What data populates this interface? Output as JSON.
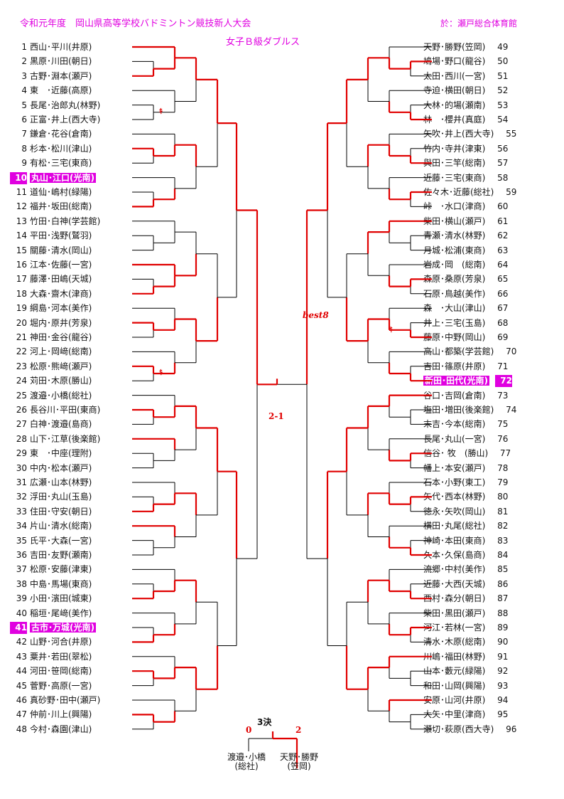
{
  "header": {
    "title": "令和元年度　岡山県高等学校バドミントン競技新人大会",
    "venue": "於：瀬戸総合体育館",
    "subtitle": "女子Ｂ級ダブルス"
  },
  "left_entries": [
    {
      "num": "1",
      "name": "西山･平川(井原)"
    },
    {
      "num": "2",
      "name": "黒原･川田(朝日)"
    },
    {
      "num": "3",
      "name": "古野･淵本(瀬戸)"
    },
    {
      "num": "4",
      "name": "東　･近藤(高原)"
    },
    {
      "num": "5",
      "name": "長尾･治郎丸(林野)"
    },
    {
      "num": "6",
      "name": "正富･井上(西大寺)"
    },
    {
      "num": "7",
      "name": "鎌倉･花谷(倉南)"
    },
    {
      "num": "8",
      "name": "杉本･松川(津山)"
    },
    {
      "num": "9",
      "name": "有松･三宅(東商)"
    },
    {
      "num": "10",
      "name": "丸山･江口(光南)",
      "hl": true
    },
    {
      "num": "11",
      "name": "道仙･嶋村(緑陽)"
    },
    {
      "num": "12",
      "name": "福井･坂田(総南)"
    },
    {
      "num": "13",
      "name": "竹田･白神(学芸館)"
    },
    {
      "num": "14",
      "name": "平田･浅野(鷲羽)"
    },
    {
      "num": "15",
      "name": "關藤･清水(岡山)"
    },
    {
      "num": "16",
      "name": "江本･佐藤(一宮)"
    },
    {
      "num": "17",
      "name": "藤澤･田嶋(天城)"
    },
    {
      "num": "18",
      "name": "大森･齋木(津商)"
    },
    {
      "num": "19",
      "name": "綱島･河本(美作)"
    },
    {
      "num": "20",
      "name": "堀内･原井(芳泉)"
    },
    {
      "num": "21",
      "name": "神田･金谷(龍谷)"
    },
    {
      "num": "22",
      "name": "河上･岡﨑(総南)"
    },
    {
      "num": "23",
      "name": "松原･熊﨑(瀬戸)"
    },
    {
      "num": "24",
      "name": "苅田･木原(勝山)"
    },
    {
      "num": "25",
      "name": "渡邉･小橋(総社)"
    },
    {
      "num": "26",
      "name": "長谷川･平田(東商)"
    },
    {
      "num": "27",
      "name": "白神･渡邉(島商)"
    },
    {
      "num": "28",
      "name": "山下･江草(後楽館)"
    },
    {
      "num": "29",
      "name": "東　･中座(理附)"
    },
    {
      "num": "30",
      "name": "中内･松本(瀬戸)"
    },
    {
      "num": "31",
      "name": "広瀬･山本(林野)"
    },
    {
      "num": "32",
      "name": "浮田･丸山(玉島)"
    },
    {
      "num": "33",
      "name": "住田･守安(朝日)"
    },
    {
      "num": "34",
      "name": "片山･清水(総南)"
    },
    {
      "num": "35",
      "name": "氏平･大森(一宮)"
    },
    {
      "num": "36",
      "name": "吉田･友野(瀬南)"
    },
    {
      "num": "37",
      "name": "松原･安藤(津東)"
    },
    {
      "num": "38",
      "name": "中島･馬場(東商)"
    },
    {
      "num": "39",
      "name": "小田･濱田(城東)"
    },
    {
      "num": "40",
      "name": "稲垣･尾﨑(美作)"
    },
    {
      "num": "41",
      "name": "古市･万城(光南)",
      "hl": true
    },
    {
      "num": "42",
      "name": "山野･河合(井原)"
    },
    {
      "num": "43",
      "name": "粟井･若田(翠松)"
    },
    {
      "num": "44",
      "name": "河田･笹岡(総南)"
    },
    {
      "num": "45",
      "name": "菅野･高原(一宮)"
    },
    {
      "num": "46",
      "name": "真砂野･田中(瀬戸)"
    },
    {
      "num": "47",
      "name": "仲前･川上(興陽)"
    },
    {
      "num": "48",
      "name": "今村･森園(津山)"
    }
  ],
  "right_entries": [
    {
      "num": "49",
      "name": "天野･勝野(笠岡)"
    },
    {
      "num": "50",
      "name": "鳩場･野口(龍谷)"
    },
    {
      "num": "51",
      "name": "太田･西川(一宮)"
    },
    {
      "num": "52",
      "name": "寺迫･横田(朝日)"
    },
    {
      "num": "53",
      "name": "大林･的場(瀬南)"
    },
    {
      "num": "54",
      "name": "林　･櫻井(真庭)"
    },
    {
      "num": "55",
      "name": "矢吹･井上(西大寺)"
    },
    {
      "num": "56",
      "name": "竹内･寺井(津東)"
    },
    {
      "num": "57",
      "name": "與田･三竿(総南)"
    },
    {
      "num": "58",
      "name": "近藤･三宅(東商)"
    },
    {
      "num": "59",
      "name": "佐々木･近藤(総社)"
    },
    {
      "num": "60",
      "name": "峠　･水口(津商)"
    },
    {
      "num": "61",
      "name": "柴田･横山(瀬戸)"
    },
    {
      "num": "62",
      "name": "青瀬･清水(林野)"
    },
    {
      "num": "63",
      "name": "月城･松浦(東商)"
    },
    {
      "num": "64",
      "name": "岩成･岡　(総南)"
    },
    {
      "num": "65",
      "name": "森原･桑原(芳泉)"
    },
    {
      "num": "66",
      "name": "石原･鳥越(美作)"
    },
    {
      "num": "67",
      "name": "森　･大山(津山)"
    },
    {
      "num": "68",
      "name": "井上･三宅(玉島)"
    },
    {
      "num": "69",
      "name": "藤原･中野(岡山)"
    },
    {
      "num": "70",
      "name": "高山･都築(学芸館)"
    },
    {
      "num": "71",
      "name": "吉田･篠原(井原)"
    },
    {
      "num": "72",
      "name": "新田･田代(光南)",
      "hl": true
    },
    {
      "num": "73",
      "name": "谷口･吉岡(倉南)"
    },
    {
      "num": "74",
      "name": "塩田･増田(後楽館)"
    },
    {
      "num": "75",
      "name": "末吉･今本(総南)"
    },
    {
      "num": "76",
      "name": "長尾･丸山(一宮)"
    },
    {
      "num": "77",
      "name": "信谷･ 牧　(勝山)"
    },
    {
      "num": "78",
      "name": "幡上･本安(瀬戸)"
    },
    {
      "num": "79",
      "name": "石本･小野(東工)"
    },
    {
      "num": "80",
      "name": "矢代･西本(林野)"
    },
    {
      "num": "81",
      "name": "徳永･矢吹(岡山)"
    },
    {
      "num": "82",
      "name": "横田･丸尾(総社)"
    },
    {
      "num": "83",
      "name": "神崎･本田(東商)"
    },
    {
      "num": "84",
      "name": "久本･久保(島商)"
    },
    {
      "num": "85",
      "name": "流郷･中村(美作)"
    },
    {
      "num": "86",
      "name": "近藤･大西(天城)"
    },
    {
      "num": "87",
      "name": "西村･森分(朝日)"
    },
    {
      "num": "88",
      "name": "柴田･黒田(瀬戸)"
    },
    {
      "num": "89",
      "name": "河江･若林(一宮)"
    },
    {
      "num": "90",
      "name": "清水･木原(総南)"
    },
    {
      "num": "91",
      "name": "川嶋･福田(林野)"
    },
    {
      "num": "92",
      "name": "山本･藪元(緑陽)"
    },
    {
      "num": "93",
      "name": "和田･山岡(興陽)"
    },
    {
      "num": "94",
      "name": "安原･山河(井原)"
    },
    {
      "num": "95",
      "name": "大矢･中里(津商)"
    },
    {
      "num": "96",
      "name": "瀬切･萩原(西大寺)"
    }
  ],
  "marks": {
    "best8": "best8",
    "final_score": "2-1",
    "kiken": "ｷ"
  },
  "third_place": {
    "title": "3決",
    "left_score": "0",
    "right_score": "2",
    "left_team_line1": "渡邉･小橋",
    "left_team_line2": "(総社)",
    "right_team_line1": "天野･勝野",
    "right_team_line1b": "",
    "right_team_line2": "(笠岡)"
  },
  "colors": {
    "winner_line": "#e00000",
    "normal_line": "#000000",
    "highlight": "#e000e0"
  }
}
